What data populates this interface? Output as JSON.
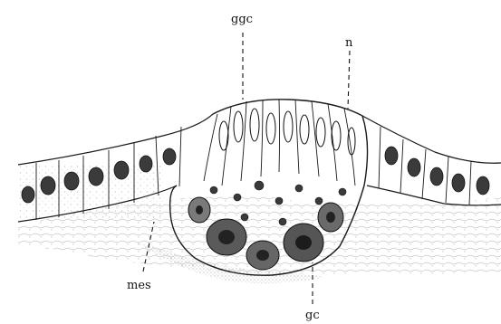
{
  "labels": {
    "ggc": "ggc",
    "n": "n",
    "mes": "mes",
    "gc": "gc"
  },
  "colors": {
    "ink": "#1a1a1a",
    "paper": "#ffffff",
    "stipple": "#555555"
  }
}
